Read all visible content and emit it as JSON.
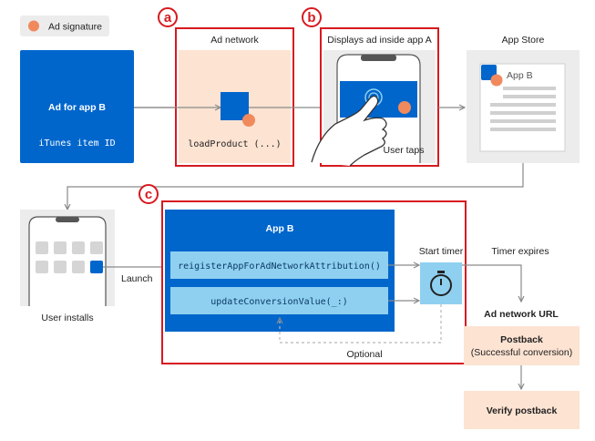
{
  "legend": {
    "label": "Ad signature"
  },
  "callouts": {
    "a": "a",
    "b": "b",
    "c": "c"
  },
  "ad_for_app_b": {
    "title": "Ad for app B",
    "subtitle": "iTunes item ID"
  },
  "ad_network": {
    "title": "Ad network",
    "call": "loadProduct (...)"
  },
  "display": {
    "title": "Displays ad inside app A",
    "caption": "User taps"
  },
  "app_store": {
    "title": "App Store",
    "app_name": "App B"
  },
  "user_installs": {
    "caption": "User installs",
    "launch": "Launch"
  },
  "app_b": {
    "title": "App B",
    "register_call": "reigisterAppForAdNetworkAttribution()",
    "update_call": "updateConversionValue(_:)",
    "optional": "Optional"
  },
  "timer": {
    "start": "Start timer",
    "expires": "Timer expires"
  },
  "postback": {
    "url_label": "Ad network URL",
    "title": "Postback",
    "subtitle": "(Successful conversion)",
    "verify": "Verify postback"
  },
  "colors": {
    "apple_blue": "#0066cc",
    "light_blue": "#8fd0f0",
    "peach": "#fde3d2",
    "signature": "#f08a5d",
    "highlight_red": "#d71920",
    "gray_panel": "#ececec",
    "arrow": "#8a8a8a"
  }
}
